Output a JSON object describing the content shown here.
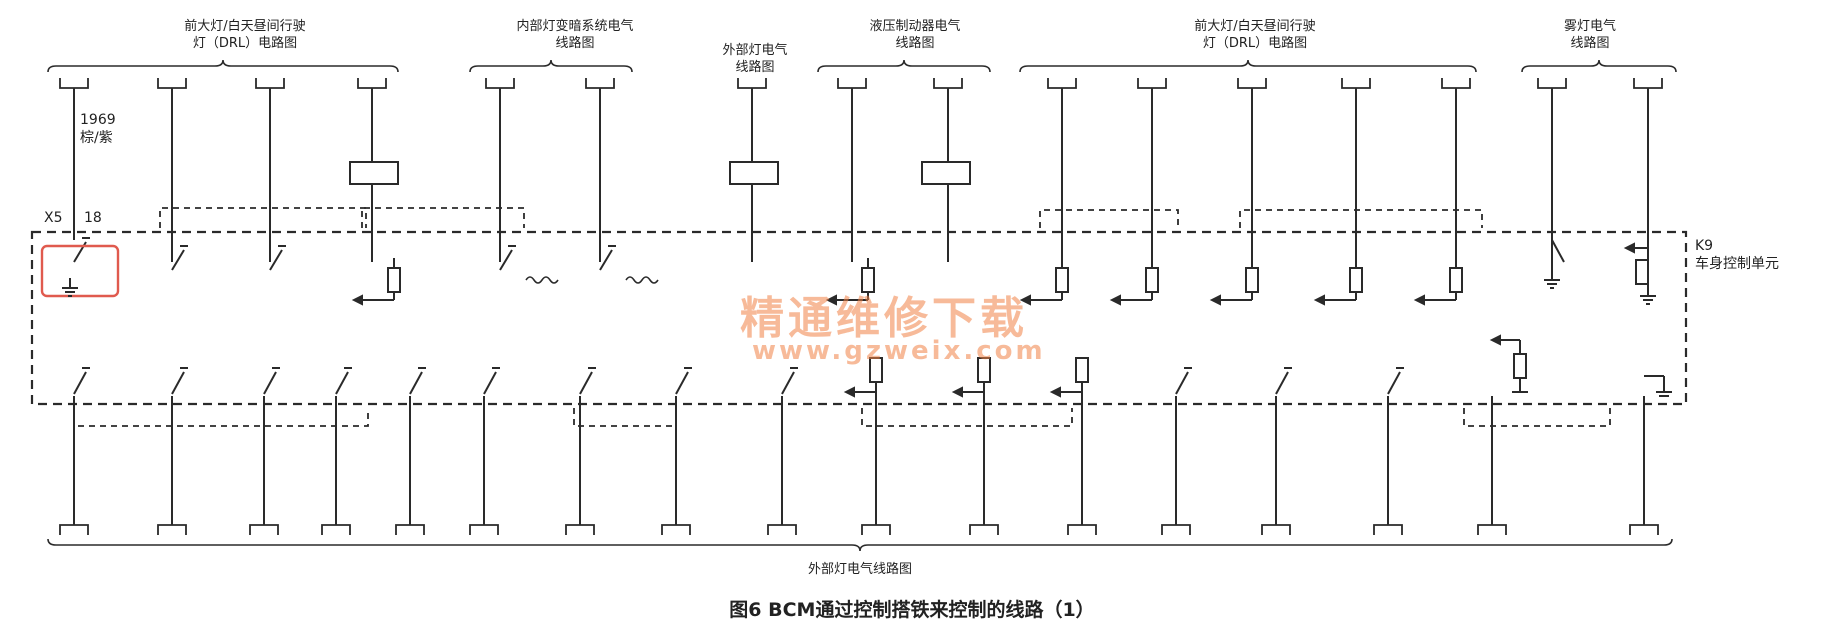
{
  "diagram": {
    "caption": "图6  BCM通过控制搭铁来控制的线路（1）",
    "top_groups": [
      {
        "label": "前大灯/白天昼间行驶\n灯（DRL）电路图"
      },
      {
        "label": "内部灯变暗系统电气\n线路图"
      },
      {
        "label": "外部灯电气\n线路图"
      },
      {
        "label": "液压制动器电气\n线路图"
      },
      {
        "label": "前大灯/白天昼间行驶\n灯（DRL）电路图"
      },
      {
        "label": "雾灯电气\n线路图"
      }
    ],
    "bottom_group": {
      "label": "外部灯电气线路图"
    },
    "module": {
      "id": "K9",
      "name": "车身控制单元"
    },
    "connector": {
      "id": "X5",
      "pin": "18"
    },
    "wire": {
      "number": "1969",
      "color": "棕/紫"
    },
    "watermark": {
      "text": "精通维修下载",
      "url": "www.gzweix.com"
    },
    "colors": {
      "line": "#2a2a2a",
      "highlight": "#e05a4e",
      "watermark": "#f0824a"
    }
  }
}
